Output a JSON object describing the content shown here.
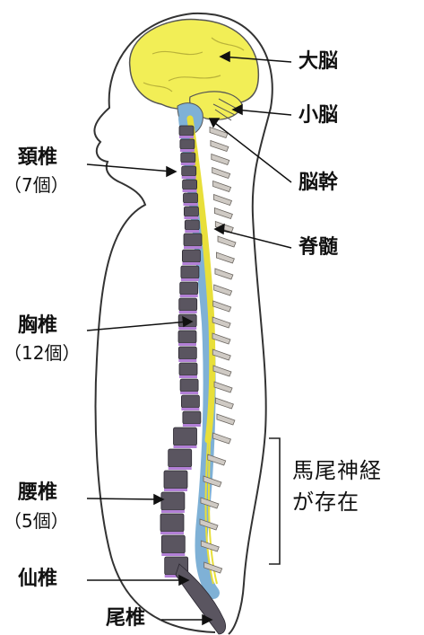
{
  "labels": {
    "cerebrum": "大脳",
    "cerebellum": "小脳",
    "brainstem": "脳幹",
    "spinal_cord": "脊髄",
    "cervical": "頚椎",
    "cervical_count": "（7個）",
    "thoracic": "胸椎",
    "thoracic_count": "（12個）",
    "lumbar": "腰椎",
    "lumbar_count": "（5個）",
    "sacral": "仙椎",
    "coccyx": "尾椎",
    "cauda_line1": "馬尾神経",
    "cauda_line2": "が存在"
  },
  "colors": {
    "brain": "#f2ee56",
    "cord": "#e8df3a",
    "csf": "#7fb1d6",
    "vertebra": "#5a5560",
    "disc": "#b27fd6",
    "spinous": "#cfcac4",
    "outline": "#333333"
  }
}
